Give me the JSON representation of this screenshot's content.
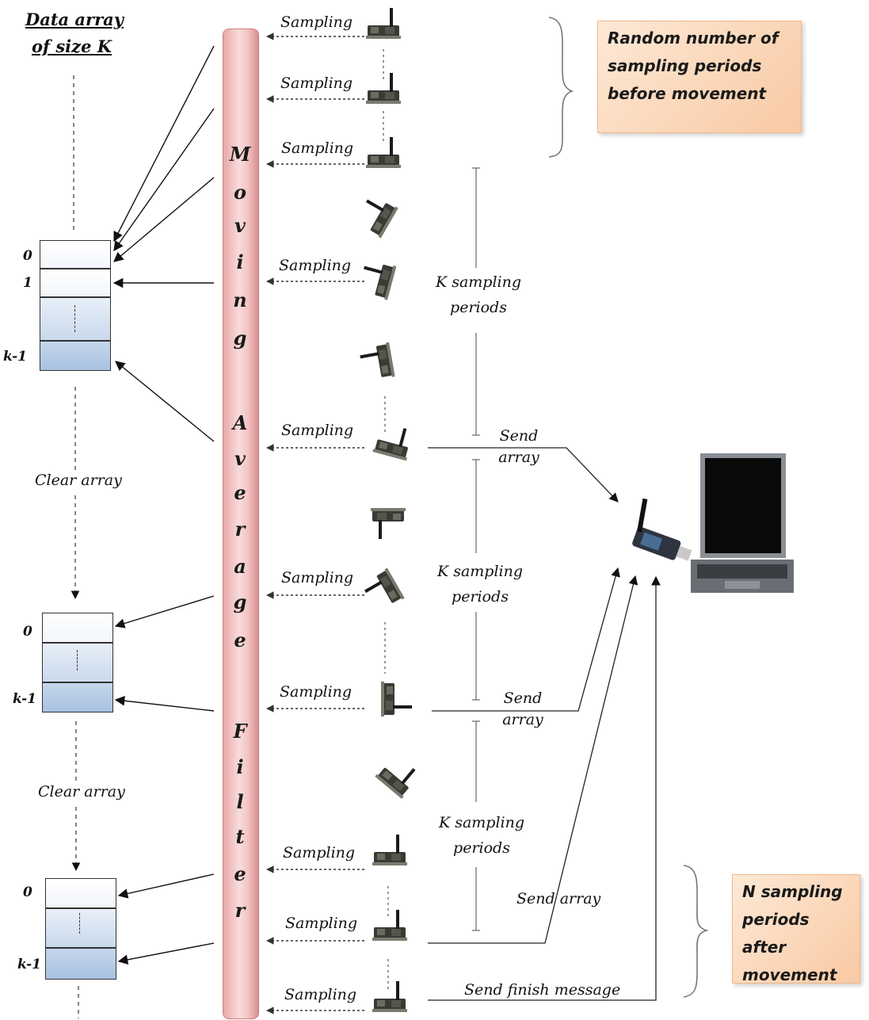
{
  "title_lines": [
    "Data array",
    "of size K"
  ],
  "array_index": {
    "first": "0",
    "second": "1",
    "last": "k-1"
  },
  "clear_array": "Clear array",
  "sampling": "Sampling",
  "filter_letters": [
    "M",
    "o",
    "v",
    "i",
    "n",
    "g",
    "A",
    "v",
    "e",
    "r",
    "a",
    "g",
    "e",
    "F",
    "i",
    "l",
    "t",
    "e",
    "r"
  ],
  "k_periods": [
    "K sampling",
    "periods"
  ],
  "send_array": [
    "Send",
    "array"
  ],
  "send_array_single": "Send array",
  "send_finish": "Send finish message",
  "note_top": [
    "Random number of",
    "sampling periods",
    "before movement"
  ],
  "note_bottom": [
    "N sampling",
    "periods after",
    "movement"
  ]
}
